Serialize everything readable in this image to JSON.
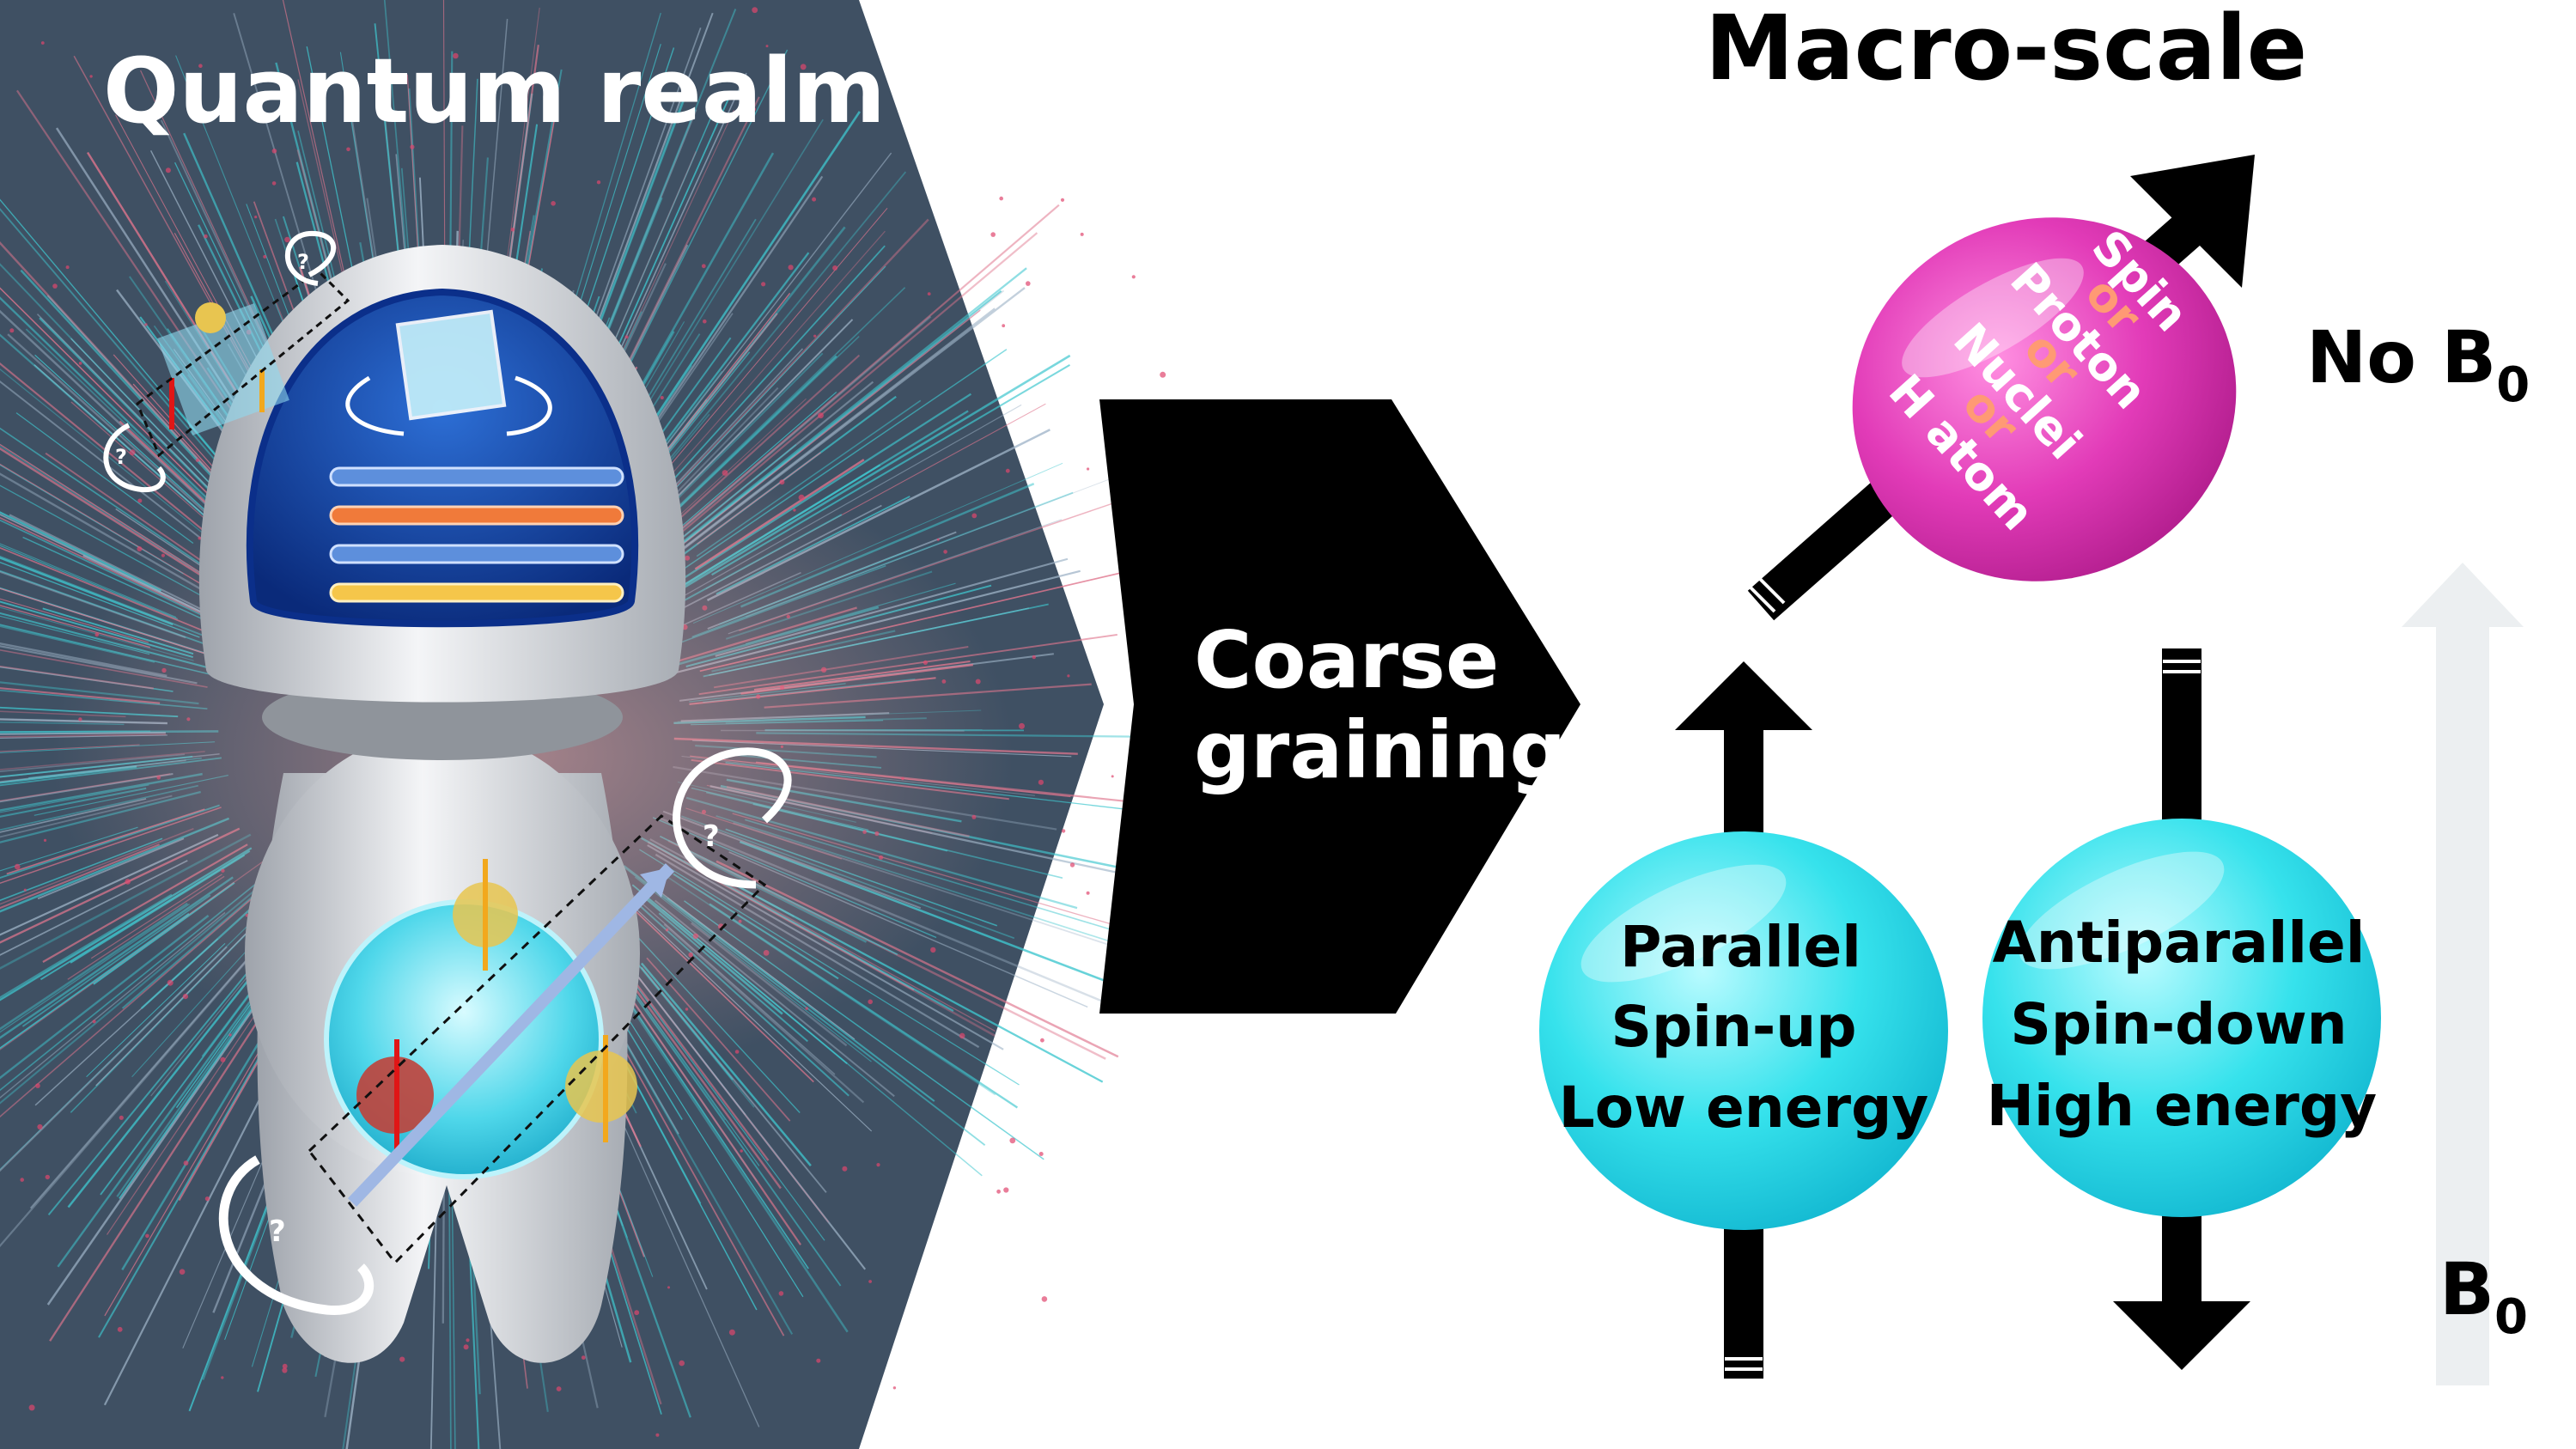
{
  "quantum": {
    "title": "Quantum realm",
    "unknown_mark": "?"
  },
  "process": {
    "line1": "Coarse",
    "line2": "graining"
  },
  "macro": {
    "title": "Macro-scale",
    "sphere_words": [
      "Spin",
      "or",
      "Proton",
      "or",
      "Nuclei",
      "or",
      "H atom"
    ],
    "no_field_prefix": "No B",
    "field_prefix": "B",
    "field_subscript": "0",
    "parallel": [
      "Parallel",
      "Spin-up",
      "Low energy"
    ],
    "antiparallel": [
      "Antiparallel",
      "Spin-down",
      "High energy"
    ]
  },
  "colors": {
    "quantum_bg": "#3f5063",
    "magenta_sphere": "#e23bb8",
    "cyan_sphere": "#32e0ea",
    "or_text": "#ff9a74",
    "field_arrow": "#eceff1"
  }
}
